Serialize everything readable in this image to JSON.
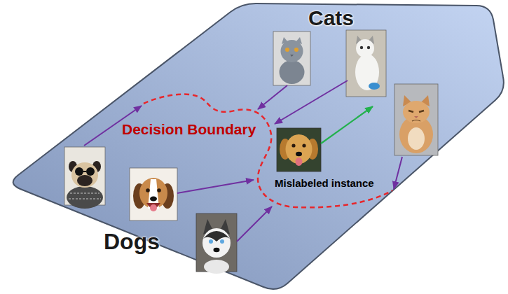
{
  "diagram": {
    "labels": [
      "Cats",
      "Decision Boundary",
      "Mislabeled instance",
      "Dogs"
    ]
  }
}
